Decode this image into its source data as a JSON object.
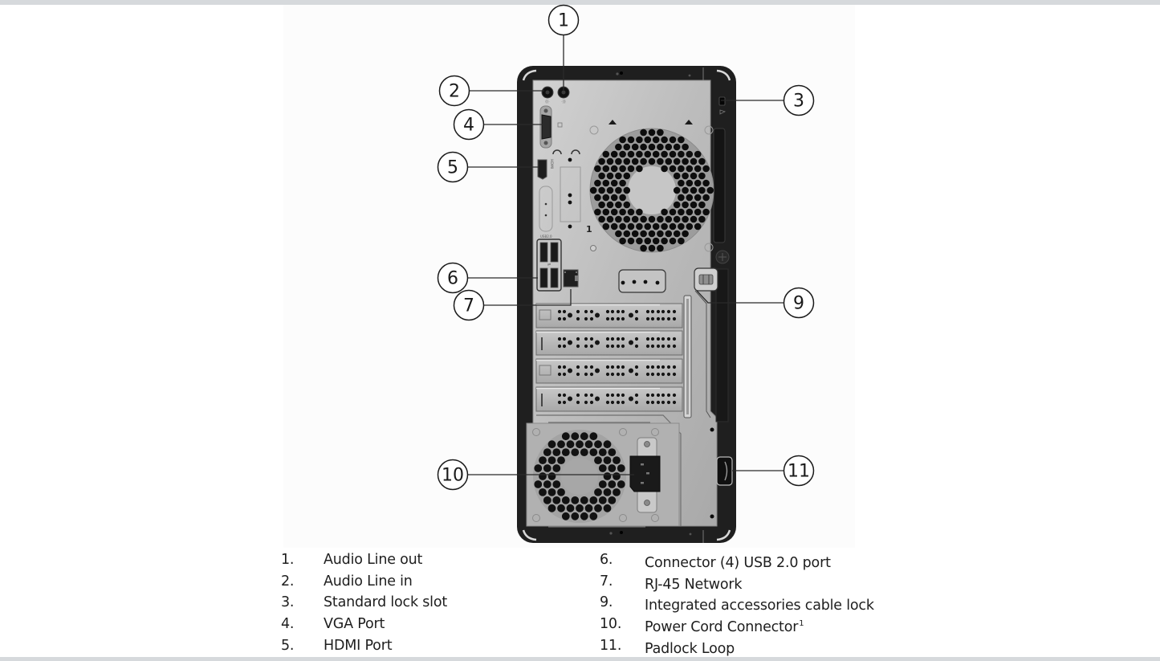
{
  "figure": {
    "subject": "Desktop tower rear panel",
    "colors": {
      "chassis": "#1f1f1f",
      "panel": "#b9b9b9",
      "callout_stroke": "#1a1a1a",
      "strip": "#d6d9dc"
    }
  },
  "callouts": [
    {
      "id": "c1",
      "label": "1"
    },
    {
      "id": "c2",
      "label": "2"
    },
    {
      "id": "c3",
      "label": "3"
    },
    {
      "id": "c4",
      "label": "4"
    },
    {
      "id": "c5",
      "label": "5"
    },
    {
      "id": "c6",
      "label": "6"
    },
    {
      "id": "c7",
      "label": "7"
    },
    {
      "id": "c9",
      "label": "9"
    },
    {
      "id": "c10",
      "label": "10"
    },
    {
      "id": "c11",
      "label": "11"
    }
  ],
  "legend": {
    "left": [
      {
        "num": "1.",
        "text": "Audio Line out"
      },
      {
        "num": "2.",
        "text": "Audio Line in"
      },
      {
        "num": "3.",
        "text": "Standard lock slot"
      },
      {
        "num": "4.",
        "text": "VGA Port"
      },
      {
        "num": "5.",
        "text": "HDMI Port"
      }
    ],
    "right": [
      {
        "num": "6.",
        "text": "Connector (4) USB 2.0 port",
        "sup": ""
      },
      {
        "num": "7.",
        "text": "RJ-45 Network",
        "sup": ""
      },
      {
        "num": "9.",
        "text": "Integrated accessories cable lock",
        "sup": ""
      },
      {
        "num": "10.",
        "text": "Power Cord Connector",
        "sup": "1"
      },
      {
        "num": "11.",
        "text": "Padlock Loop",
        "sup": ""
      }
    ]
  },
  "port_markings": {
    "hdmi": "HDMI",
    "usb_group": "USB2.0"
  }
}
